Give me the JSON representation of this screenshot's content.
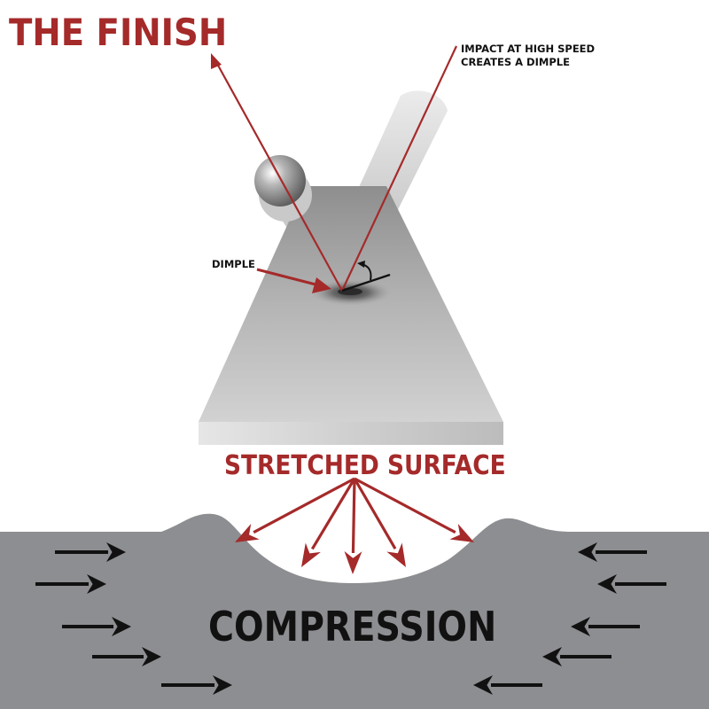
{
  "title": "THE FINISH",
  "labels": {
    "impact_line1": "IMPACT AT HIGH SPEED",
    "impact_line2": "CREATES A DIMPLE",
    "dimple": "DIMPLE",
    "stretched_surface": "STRETCHED SURFACE",
    "compression": "COMPRESSION"
  },
  "colors": {
    "accent": "#a52a2a",
    "arrow_dark": "#111111",
    "plate": "#bdbdbd",
    "compression_bg": "#8d8e91"
  },
  "icons": [
    "ball-icon",
    "incoming-trajectory-arrow",
    "rebound-trajectory-arrow",
    "angle-arc-arrow",
    "stretch-arrow",
    "compression-arrow"
  ]
}
